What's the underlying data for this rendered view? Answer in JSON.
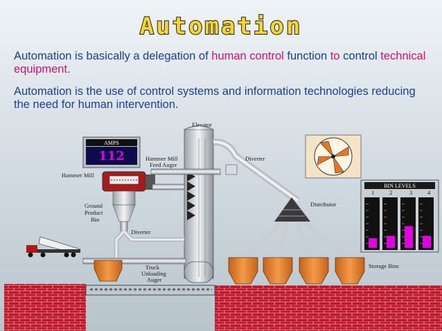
{
  "slide": {
    "title": "Automation",
    "paragraph1": {
      "t1": "Automation is basically a delegation of ",
      "t2": "human control",
      "t3": " function ",
      "t4": "to",
      "t5": " control ",
      "t6": "technical",
      "t7": "equipment",
      "t8": "."
    },
    "paragraph2": "Automation is the use of control systems and information technologies reducing the need for human intervention."
  },
  "diagram": {
    "labels": {
      "amps": "AMPS",
      "amps_value": "112",
      "elevator": "Elevator",
      "hammer_mill_feed_auger_1": "Hammer Mill",
      "hammer_mill_feed_auger_2": "Feed Auger",
      "hammer_mill": "Hammer Mill",
      "diverter_top": "Diverter",
      "ground_product_bin_1": "Ground",
      "ground_product_bin_2": "Product",
      "ground_product_bin_3": "Bin",
      "diverter_bottom": "Diverter",
      "distributor": "Distributor",
      "truck_unloading_auger_1": "Truck",
      "truck_unloading_auger_2": "Unloading",
      "truck_unloading_auger_3": "Auger",
      "storage_bins": "Storage Bins",
      "bin_levels": "BIN LEVELS",
      "bin_numbers": [
        "1",
        "2",
        "3",
        "4"
      ]
    },
    "bin_levels_fraction": [
      0.2,
      0.25,
      0.45,
      0.25
    ],
    "colors": {
      "title": "#f7d52a",
      "text": "#1a3f99",
      "highlight": "#d0116b",
      "bin_fill": "#e000e0",
      "brick": "#c0162a",
      "storage_bin": "#e8812a",
      "fan": "#e87722"
    }
  }
}
